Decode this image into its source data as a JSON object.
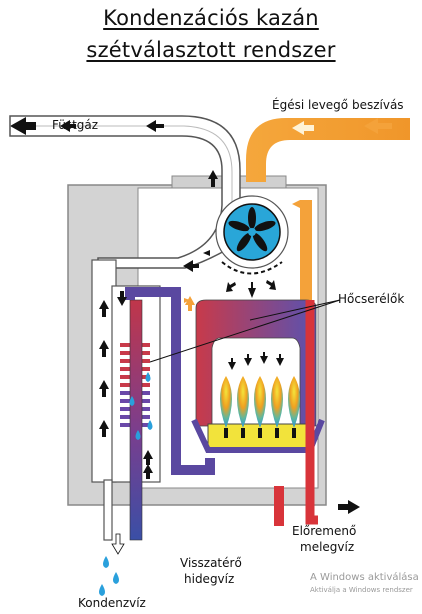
{
  "title": {
    "line1": "Kondenzációs kazán",
    "line2": "szétválasztott rendszer"
  },
  "labels": {
    "flue_gas": "Füstgáz",
    "combustion_air": "Égési levegő beszívás",
    "heat_exchangers": "Hőcserélők",
    "flow_line1": "Előremenő",
    "flow_line2": "melegvíz",
    "return_line1": "Visszatérő",
    "return_line2": "hidegvíz",
    "condensate": "Kondenzvíz"
  },
  "watermark": {
    "line1": "A Windows aktiválása",
    "line2": "Aktiválja a Windows rendszer"
  },
  "colors": {
    "casing": "#d6d6d6",
    "air_duct": "#f4a23a",
    "fan": "#29a6d8",
    "flame_yellow": "#f2e33b",
    "flame_blue": "#2a8fd6",
    "pipe_hot": "#d8343a",
    "pipe_cold": "#3a4fa6",
    "drop": "#2aa0dc"
  }
}
